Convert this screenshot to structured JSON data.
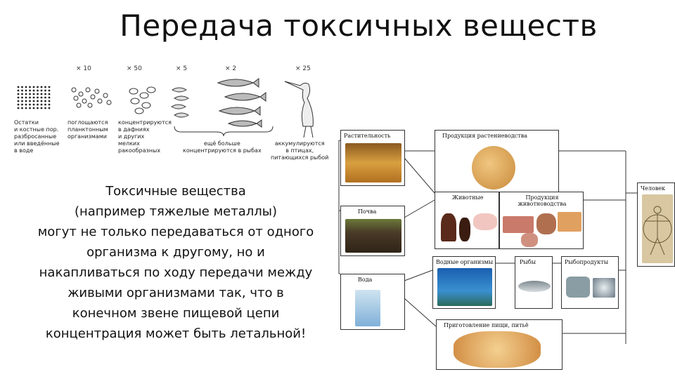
{
  "title": "Передача токсичных веществ",
  "chain": {
    "multipliers": [
      "× 10",
      "× 50",
      "× 5",
      "× 2",
      "× 25"
    ],
    "labels": [
      "Остатки\nи костные пор.\nразбросанные\nили введённые\nв воде",
      "поглощаются\nпланктонным\nорганизмами",
      "концентрируются\nв дафниях\nи других\nмелких\nракообразных",
      "ещё больше\nконцентрируются в рыбах",
      "аккумулируются\nв птицах,\nпитающихся рыбой"
    ]
  },
  "main_text": [
    "Токсичные вещества",
    "(например тяжелые металлы)",
    "могут не только передаваться от одного",
    "организма к другому, но и",
    "накапливаться по ходу передачи между",
    "живыми организмами так, что в",
    "конечном звене пищевой цепи",
    "концентрация может быть летальной!"
  ],
  "diagram": {
    "rastitelnost": "Растительность",
    "produkcia_rast": "Продукция растениеводства",
    "pochva": "Почва",
    "zhivotnye": "Животные",
    "produkcia_zhiv": "Продукция животноводства",
    "voda": "Вода",
    "vodnye": "Водные организмы",
    "ryby": "Рыбы",
    "ryboprodukty": "Рыбопродукты",
    "prigotovlenie": "Приготовление пищи, питьё",
    "chelovek": "Человек"
  },
  "colors": {
    "wheat": "#c8902c",
    "soil": "#5a4632",
    "water": "#1e6ab0",
    "bread": "#d9a456",
    "meat": "#c9786a",
    "fish": "#9aa3a8",
    "human": "#d8c7a0"
  }
}
